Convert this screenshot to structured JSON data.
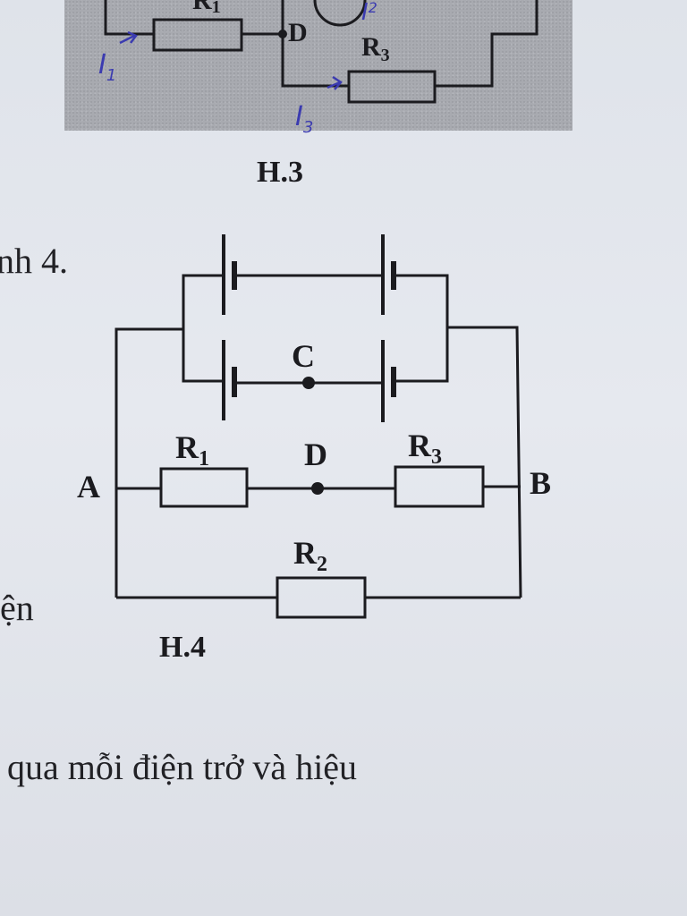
{
  "figure3": {
    "caption": "H.3",
    "node_label": "D",
    "resistor_top": "R",
    "resistor_top_sub": "1",
    "resistor_right": "R",
    "resistor_right_sub": "3",
    "handwritten": {
      "i1": "I",
      "i1_sub": "1",
      "i2": "I",
      "i2_sub": "2",
      "i3": "I",
      "i3_sub": "3"
    }
  },
  "figure4": {
    "caption": "H.4",
    "node_c": "C",
    "node_d": "D",
    "node_a": "A",
    "node_b": "B",
    "r1": "R",
    "r1_sub": "1",
    "r2": "R",
    "r2_sub": "2",
    "r3": "R",
    "r3_sub": "3"
  },
  "text": {
    "left_fragment_1": "nh 4.",
    "left_fragment_2": "ện",
    "line_bottom": "qua mỗi điện trở và hiệu"
  },
  "colors": {
    "ink": "#1b1b1f",
    "handwriting": "#3b3bb0",
    "panel": "#a8aab0"
  }
}
